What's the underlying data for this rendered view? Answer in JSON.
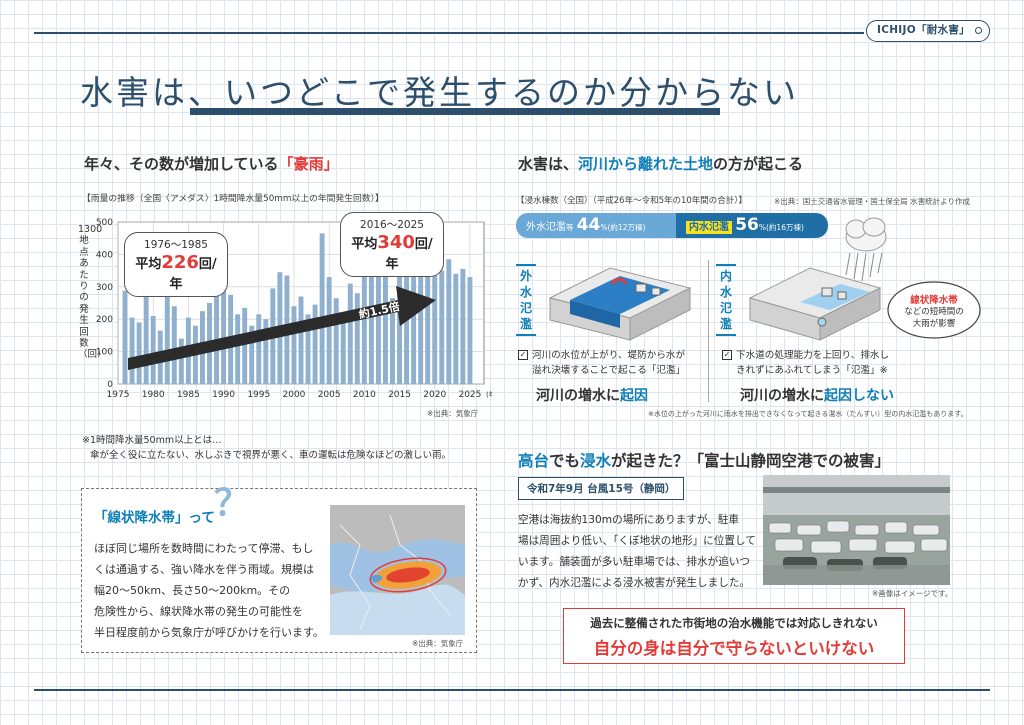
{
  "brand": "ICHIJO「耐水害」",
  "title": "水害は、いつどこで発生するのか分からない",
  "left": {
    "heading_pre": "年々、その数が増加している",
    "heading_hl": "「豪雨」",
    "chart_caption": "【雨量の推移（全国〈アメダス〉1時間降水量50mm以上の年間発生回数）】",
    "y_axis_label": "1300地点あたりの発生回数（回）",
    "bubble_old_years": "1976〜1985",
    "bubble_old_prefix": "平均",
    "bubble_old_value": "226",
    "bubble_old_suffix": "回/年",
    "bubble_new_years": "2016〜2025",
    "bubble_new_prefix": "平均",
    "bubble_new_value": "340",
    "bubble_new_suffix": "回/年",
    "arrow_label": "約1.5倍",
    "source": "※出典：気象庁",
    "footnote_1": "※1時間降水量50mm以上とは…",
    "footnote_2": "傘が全く役に立たない、水しぶきで視界が悪く、車の運転は危険なほどの激しい雨。"
  },
  "chart_data": {
    "type": "bar",
    "x_unit": "(年)",
    "ylim": [
      0,
      500
    ],
    "y_ticks": [
      "0",
      "100",
      "200",
      "300",
      "400",
      "500"
    ],
    "x_ticks": [
      "1975",
      "1980",
      "1985",
      "1990",
      "1995",
      "2000",
      "2005",
      "2010",
      "2015",
      "2020",
      "2025"
    ],
    "x": [
      1976,
      1977,
      1978,
      1979,
      1980,
      1981,
      1982,
      1983,
      1984,
      1985,
      1986,
      1987,
      1988,
      1989,
      1990,
      1991,
      1992,
      1993,
      1994,
      1995,
      1996,
      1997,
      1998,
      1999,
      2000,
      2001,
      2002,
      2003,
      2004,
      2005,
      2006,
      2007,
      2008,
      2009,
      2010,
      2011,
      2012,
      2013,
      2014,
      2015,
      2016,
      2017,
      2018,
      2019,
      2020,
      2021,
      2022,
      2023,
      2024,
      2025
    ],
    "values": [
      288,
      205,
      190,
      295,
      210,
      165,
      300,
      240,
      140,
      205,
      180,
      225,
      250,
      300,
      385,
      275,
      215,
      235,
      180,
      215,
      200,
      295,
      345,
      335,
      240,
      270,
      215,
      245,
      465,
      330,
      265,
      215,
      310,
      280,
      350,
      375,
      365,
      345,
      265,
      335,
      330,
      360,
      385,
      350,
      400,
      350,
      385,
      340,
      355,
      330
    ],
    "bar_color": "#8fb0cf"
  },
  "lbox": {
    "title": "「線状降水帯」って",
    "qmark": "？",
    "text": "ほぼ同じ場所を数時間にわたって停滞、もし\nくは通過する、強い降水を伴う雨域。規模は\n幅20〜50km、長さ50〜200km。その\n危険性から、線状降水帯の発生の可能性を\n半日程度前から気象庁が呼びかけを行います。",
    "source": "※出典：気象庁"
  },
  "right": {
    "heading_pre": "水害は、",
    "heading_hl": "河川から離れた土地",
    "heading_post": "の方が起こる",
    "stats_caption": "【浸水棟数（全国）（平成26年〜令和5年の10年間の合計）】",
    "stats_source": "※出典：国土交通省水管理・国土保全局 水害統計より作成",
    "outer_label": "外水氾濫",
    "outer_label_note": "等",
    "outer_pct": "44",
    "outer_pct_unit": "%",
    "outer_count": "(約12万棟)",
    "inner_label": "内水氾濫",
    "inner_pct": "56",
    "inner_pct_unit": "%",
    "inner_count": "(約16万棟)",
    "outer_vlabel": "外水氾濫",
    "inner_vlabel": "内水氾濫",
    "rain_band_label": "線状降水帯",
    "rain_band_sub": "などの短時間の\n大雨が影響",
    "outer_text": "河川の水位が上がり、堤防から水が\n溢れ決壊することで起こる「氾濫」",
    "inner_text": "下水道の処理能力を上回り、排水し\nきれずにあふれてしまう「氾濫」※",
    "outer_callout_pre": "河川の増水に",
    "outer_callout_hl": "起因",
    "inner_callout_pre": "河川の増水に",
    "inner_callout_hl": "起因しない",
    "diagram_note": "※水位の上がった河川に雨水を排出できなくなって起きる湛水（たんすい）型の内水氾濫もあります。",
    "airport_heading_hl1": "高台",
    "airport_heading_mid": "でも",
    "airport_heading_hl2": "浸水",
    "airport_heading_post": "が起きた？「富士山静岡空港での被害」",
    "typhoon_tag": "令和7年9月 台風15号（静岡）",
    "airport_text": "空港は海抜約130mの場所にありますが、駐車\n場は周囲より低い、「くぼ地状の地形」に位置して\nいます。舗装面が多い駐車場では、排水が追いつ\nかず、内水氾濫による浸水被害が発生しました。",
    "photo_note": "※画像はイメージです。",
    "warn_line1": "過去に整備された市街地の治水機能では対応しきれない",
    "warn_line2": "自分の身は自分で守らないといけない"
  },
  "colors": {
    "navy": "#2d4f6b",
    "accent_blue": "#0f7fb8",
    "outer_pill": "#6aa8d8",
    "inner_pill": "#1f6ea6",
    "alert_red": "#e23b38"
  }
}
